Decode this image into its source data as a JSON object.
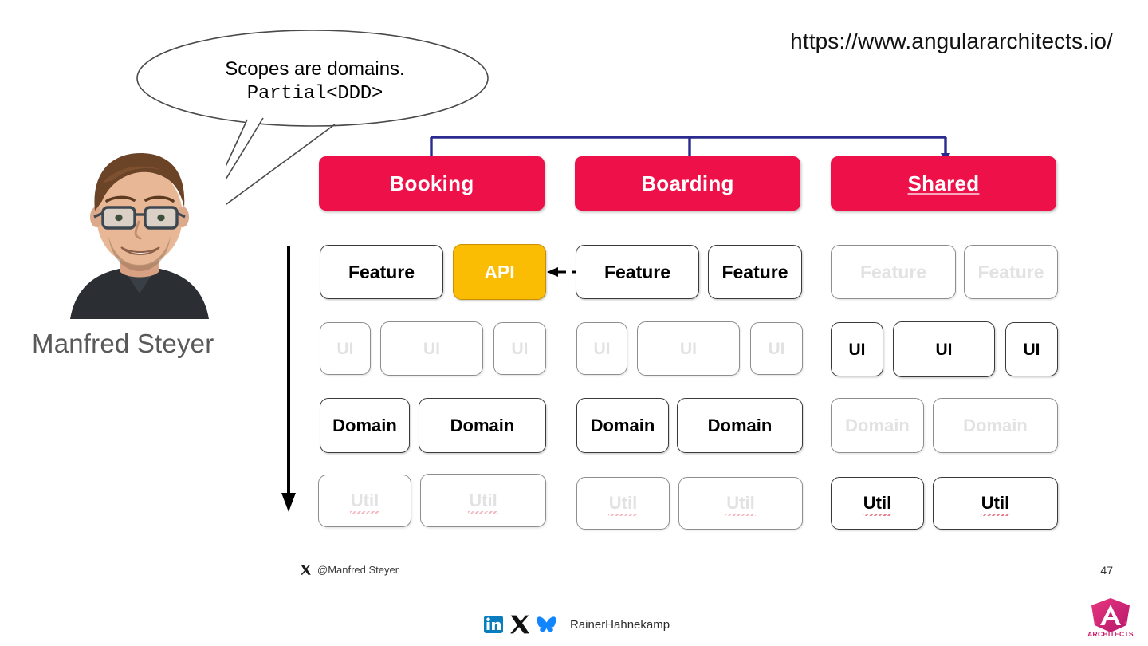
{
  "url": "https://www.angulararchitects.io/",
  "callout": {
    "line1": "Scopes are domains.",
    "line2": "Partial<DDD>"
  },
  "speaker": {
    "name": "Manfred Steyer",
    "handle": "@Manfred Steyer",
    "handle_icon": "x-logo-icon",
    "avatar_alt": "Manfred Steyer portrait"
  },
  "footer": {
    "slide_number": "47",
    "presenter": "RainerHahnekamp",
    "social_icons": [
      "linkedin-icon",
      "x-logo-icon",
      "bluesky-butterfly-icon"
    ],
    "brand": "ARCHITECTS",
    "brand_icon": "angular-architects-logo-icon"
  },
  "colors": {
    "domain_header": "#EE1049",
    "api_accent": "#FBBC04",
    "connector": "#2B2B8F",
    "faded_text": "#E2E2E2",
    "spellcheck_underline": "#E8798A"
  },
  "diagram": {
    "arrow_label": "layer-direction-arrow",
    "dependency_arrow": "boarding-feature-to-booking-api",
    "layers": [
      "Feature",
      "UI",
      "Domain",
      "Util"
    ],
    "columns": [
      {
        "name": "Booking",
        "header": "Booking",
        "rows": [
          {
            "layer": "Feature",
            "boxes": [
              {
                "label": "Feature",
                "state": "active",
                "kind": "plain"
              },
              {
                "label": "API",
                "state": "active",
                "kind": "api"
              }
            ]
          },
          {
            "layer": "UI",
            "boxes": [
              {
                "label": "UI",
                "state": "faded",
                "kind": "plain"
              },
              {
                "label": "UI",
                "state": "faded",
                "kind": "plain"
              },
              {
                "label": "UI",
                "state": "faded",
                "kind": "plain"
              }
            ]
          },
          {
            "layer": "Domain",
            "boxes": [
              {
                "label": "Domain",
                "state": "active",
                "kind": "plain"
              },
              {
                "label": "Domain",
                "state": "active",
                "kind": "plain"
              }
            ]
          },
          {
            "layer": "Util",
            "boxes": [
              {
                "label": "Util",
                "state": "faded",
                "kind": "spell"
              },
              {
                "label": "Util",
                "state": "faded",
                "kind": "spell"
              }
            ]
          }
        ]
      },
      {
        "name": "Boarding",
        "header": "Boarding",
        "rows": [
          {
            "layer": "Feature",
            "boxes": [
              {
                "label": "Feature",
                "state": "active",
                "kind": "plain"
              },
              {
                "label": "Feature",
                "state": "active",
                "kind": "plain"
              }
            ]
          },
          {
            "layer": "UI",
            "boxes": [
              {
                "label": "UI",
                "state": "faded",
                "kind": "plain"
              },
              {
                "label": "UI",
                "state": "faded",
                "kind": "plain"
              },
              {
                "label": "UI",
                "state": "faded",
                "kind": "plain"
              }
            ]
          },
          {
            "layer": "Domain",
            "boxes": [
              {
                "label": "Domain",
                "state": "active",
                "kind": "plain"
              },
              {
                "label": "Domain",
                "state": "active",
                "kind": "plain"
              }
            ]
          },
          {
            "layer": "Util",
            "boxes": [
              {
                "label": "Util",
                "state": "faded",
                "kind": "spell"
              },
              {
                "label": "Util",
                "state": "faded",
                "kind": "spell"
              }
            ]
          }
        ]
      },
      {
        "name": "Shared",
        "header": "Shared",
        "rows": [
          {
            "layer": "Feature",
            "boxes": [
              {
                "label": "Feature",
                "state": "faded",
                "kind": "plain"
              },
              {
                "label": "Feature",
                "state": "faded",
                "kind": "plain"
              }
            ]
          },
          {
            "layer": "UI",
            "boxes": [
              {
                "label": "UI",
                "state": "active",
                "kind": "plain"
              },
              {
                "label": "UI",
                "state": "active",
                "kind": "plain"
              },
              {
                "label": "UI",
                "state": "active",
                "kind": "plain"
              }
            ]
          },
          {
            "layer": "Domain",
            "boxes": [
              {
                "label": "Domain",
                "state": "faded",
                "kind": "plain"
              },
              {
                "label": "Domain",
                "state": "faded",
                "kind": "plain"
              }
            ]
          },
          {
            "layer": "Util",
            "boxes": [
              {
                "label": "Util",
                "state": "active",
                "kind": "spell"
              },
              {
                "label": "Util",
                "state": "active",
                "kind": "spell"
              }
            ]
          }
        ]
      }
    ]
  }
}
